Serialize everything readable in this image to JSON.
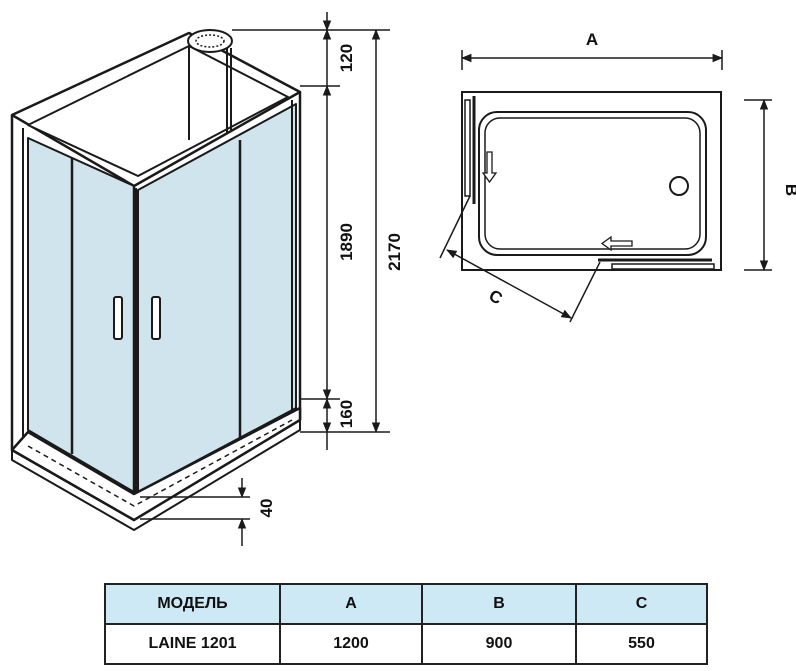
{
  "dimensions": {
    "showerhead_height": "120",
    "door_height": "1890",
    "total_height": "2170",
    "tray_height": "160",
    "tray_step": "40",
    "label_a": "A",
    "label_b": "B",
    "label_c": "C"
  },
  "colors": {
    "glass": "#cfe4ec",
    "glass_dark": "#b9d6e2",
    "line": "#1a1a1a",
    "table_header": "#cde9f5"
  },
  "table": {
    "headers": [
      "МОДЕЛЬ",
      "A",
      "B",
      "C"
    ],
    "rows": [
      [
        "LAINE 1201",
        "1200",
        "900",
        "550"
      ]
    ]
  }
}
